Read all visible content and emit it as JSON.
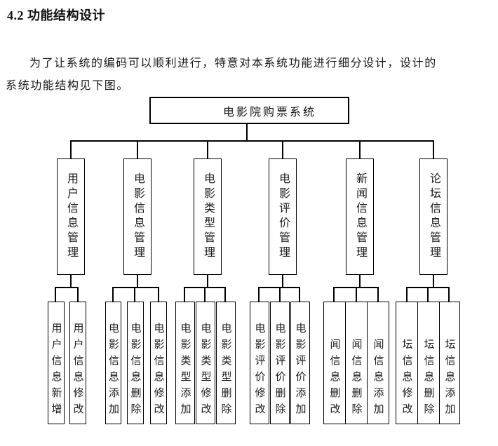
{
  "document": {
    "heading": "4.2 功能结构设计",
    "paragraph_lines": [
      "为了让系统的编码可以顺利进行，特意对本系统功能进行细分设计，设计的",
      "系统功能结构见下图。"
    ]
  },
  "diagram": {
    "root_label": "电影院购票系统",
    "line_color": "#000000",
    "branches": [
      {
        "label": "用户信息管理",
        "children": [
          "用户信息新增",
          "用户信息修改"
        ]
      },
      {
        "label": "电影信息管理",
        "children": [
          "电影信息添加",
          "电影信息删除",
          "电影信息修改"
        ]
      },
      {
        "label": "电影类型管理",
        "children": [
          "电影类型添加",
          "电影类型修改",
          "电影类型删除"
        ]
      },
      {
        "label": "电影评价管理",
        "children": [
          "电影评价修改",
          "电影评价删除",
          "电影评价添加"
        ]
      },
      {
        "label": "新闻信息管理",
        "children": [
          "闻信息删改",
          "闻信息删除",
          "闻信息添加"
        ]
      },
      {
        "label": "论坛信息管理",
        "children": [
          "坛信息修改",
          "坛信息删除",
          "坛信息添加"
        ]
      }
    ]
  }
}
